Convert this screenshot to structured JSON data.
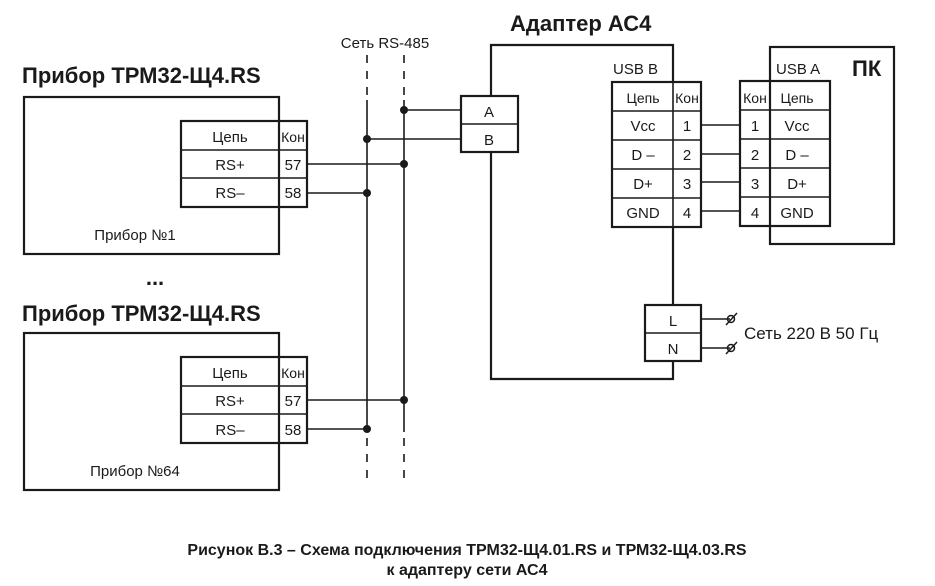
{
  "network_label": "Сеть RS-485",
  "devices": [
    {
      "title": "Прибор ТРМ32-Щ4.RS",
      "name": "Прибор №1",
      "table": {
        "headers": [
          "Цепь",
          "Кон"
        ],
        "rows": [
          [
            "RS+",
            "57"
          ],
          [
            "RS–",
            "58"
          ]
        ]
      }
    },
    {
      "title": "Прибор ТРМ32-Щ4.RS",
      "name": "Прибор №64",
      "table": {
        "headers": [
          "Цепь",
          "Кон"
        ],
        "rows": [
          [
            "RS+",
            "57"
          ],
          [
            "RS–",
            "58"
          ]
        ]
      }
    }
  ],
  "ellipsis": "...",
  "adapter": {
    "title": "Адаптер АС4",
    "rs485_terminals": [
      "A",
      "B"
    ],
    "usb_label": "USB B",
    "usb_table": {
      "headers": [
        "Цепь",
        "Кон"
      ],
      "rows": [
        [
          "Vcc",
          "1"
        ],
        [
          "D –",
          "2"
        ],
        [
          "D+",
          "3"
        ],
        [
          "GND",
          "4"
        ]
      ]
    },
    "power_terminals": [
      "L",
      "N"
    ],
    "power_label": "Сеть 220 В 50 Гц"
  },
  "pc": {
    "title": "ПК",
    "usb_label": "USB A",
    "usb_table": {
      "headers": [
        "Кон",
        "Цепь"
      ],
      "rows": [
        [
          "1",
          "Vcc"
        ],
        [
          "2",
          "D –"
        ],
        [
          "3",
          "D+"
        ],
        [
          "4",
          "GND"
        ]
      ]
    }
  },
  "caption": {
    "line1": "Рисунок В.3 – Схема подключения ТРМ32-Щ4.01.RS и ТРМ32-Щ4.03.RS",
    "line2": "к адаптеру сети АС4"
  }
}
